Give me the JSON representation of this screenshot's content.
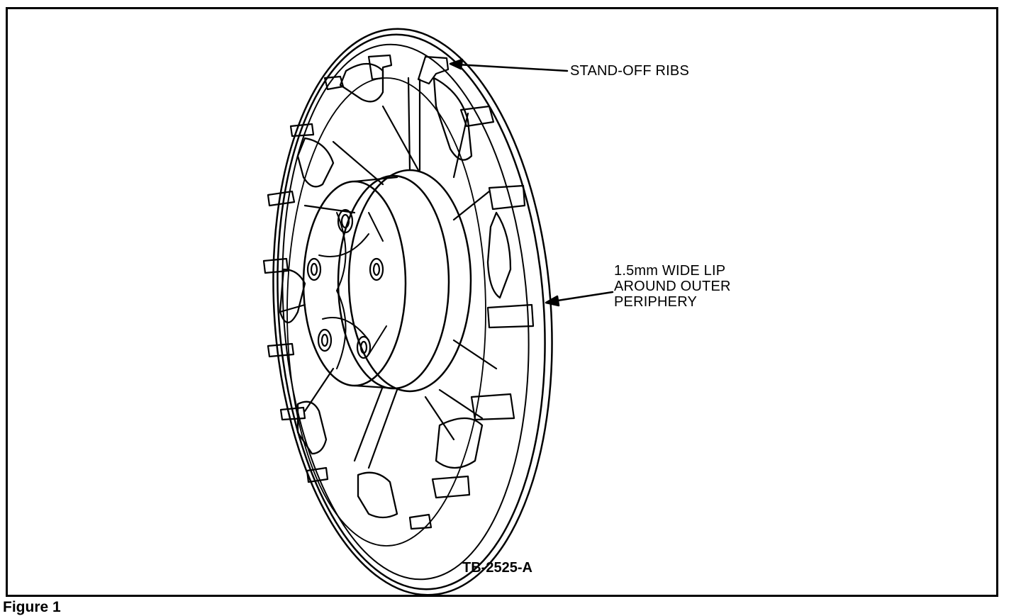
{
  "figure": {
    "caption": "Figure 1",
    "drawing_number": "TB-2525-A"
  },
  "callouts": {
    "stand_off_ribs": "STAND-OFF RIBS",
    "lip": [
      "1.5mm WIDE LIP",
      "AROUND OUTER",
      "PERIPHERY"
    ]
  },
  "colors": {
    "line": "#000000",
    "background": "#ffffff"
  }
}
